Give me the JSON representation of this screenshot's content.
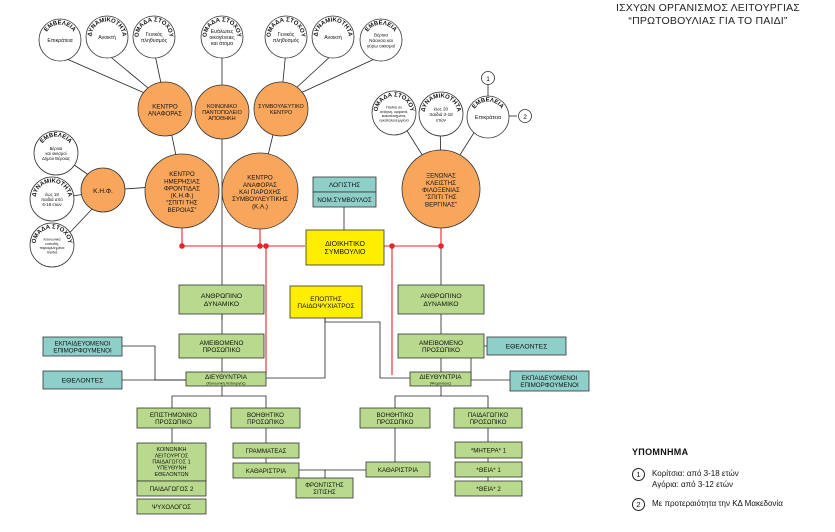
{
  "title": {
    "line1": "ΙΣΧΥΩΝ ΟΡΓΑΝΙΣΜΟΣ ΛΕΙΤΟΥΡΓΙΑΣ",
    "line2": "“ΠΡΩΤΟΒΟΥΛΙΑΣ ΓΙΑ ΤΟ ΠΑΙΔΙ”"
  },
  "colors": {
    "orange": "#f8a65c",
    "green": "#b9d98c",
    "teal": "#8ecfc9",
    "yellow": "#ffee00",
    "red": "#e8232a",
    "line": "#222222"
  },
  "header_labels": {
    "embeleia": "ΕΜΒΕΛΕΙΑ",
    "dynamikotita": "ΔΥΝΑΜΙΚΟΤΗΤΑ",
    "omada_stoxou": "ΟΜΑΔΑ ΣΤΟΧΟΥ"
  },
  "top_circles": {
    "c1": "Επικράτεια",
    "c2": "Ανοικτή",
    "c3": [
      "Γενικός",
      "πληθυσμός"
    ],
    "c4": [
      "Ευάλωτες",
      "οικογένειες",
      "και άτομα"
    ],
    "c5": [
      "Γενικός",
      "πληθυσμός"
    ],
    "c6": "Ανοικτή",
    "c7": [
      "Βέροια",
      "Νάουσα και",
      "γύρω οικισμοί"
    ]
  },
  "mid_orange": {
    "kentro_anaforas": [
      "ΚΕΝΤΡΟ",
      "ΑΝΑΦΟΡΑΣ"
    ],
    "koinoniko": [
      "ΚΟΙΝΩΝΙΚΟ",
      "ΠΑΝΤΟΠΩΛΕΙΟ",
      "ΑΠΟΘΗΚΗ"
    ],
    "symvouleftiko": [
      "ΣΥΜΒΟΥΛΕΥΤΙΚΟ",
      "ΚΕΝΤΡΟ"
    ]
  },
  "right_circles": {
    "r1": [
      "Παιδιά σε",
      "ανάγκη, ορφανά,",
      "κακοποιημένα,",
      "εγκαταλελειμμένα"
    ],
    "r2": [
      "έως 20",
      "παιδιά 3-18",
      "ετών"
    ],
    "r3": "Επικράτεια"
  },
  "left_circles": {
    "l1": [
      "Βέροια",
      "και οικισμοί",
      "Δήμου Βέροιας"
    ],
    "l2": [
      "έως 18",
      "παιδιά από",
      "6-18 ετών"
    ],
    "l3": [
      "Κοινωνικά",
      "ευπαθή,",
      "παραμελημένα",
      "παιδιά"
    ]
  },
  "big_nodes": {
    "khf": "Κ.Η.Φ.",
    "khf_full": [
      "ΚΕΝΤΡΟ",
      "ΗΜΕΡΗΣΙΑΣ",
      "ΦΡΟΝΤΙΔΑΣ",
      "(Κ.Η.Φ.)",
      "“ΣΠΙΤΙ ΤΗΣ",
      "ΒΕΡΟΙΑΣ”"
    ],
    "ka": [
      "ΚΕΝΤΡΟ",
      "ΑΝΑΦΟΡΑΣ",
      "ΚΑΙ ΠΑΡΟΧΗΣ",
      "ΣΥΜΒΟΥΛΕΥΤΙΚΗΣ",
      "(Κ.Α.)"
    ],
    "xenonas": [
      "ΞΕΝΩΝΑΣ",
      "ΚΛΕΙΣΤΗΣ",
      "ΦΙΛΟΞΕΝΙΑΣ",
      "“ΣΠΙΤΙ ΤΗΣ",
      "ΒΕΡΓΙΝΑΣ”"
    ]
  },
  "markers": {
    "m1": "1",
    "m2": "2"
  },
  "center": {
    "logistis": "ΛΟΓΙΣΤΗΣ",
    "nomikos": "ΝΟΜ.ΣΥΜΒΟΥΛΟΣ",
    "dioikitiko": [
      "ΔΙΟΙΚΗΤΙΚΟ",
      "ΣΥΜΒΟΥΛΙΟ"
    ],
    "epoptis": [
      "ΕΠΟΠΤΗΣ",
      "ΠΑΙΔΟΨΥΧΙΑΤΡΟΣ"
    ]
  },
  "left_branch": {
    "anthropino": [
      "ΑΝΘΡΩΠΙΝΟ",
      "ΔΥΝΑΜΙΚΟ"
    ],
    "ameivomeno": [
      "ΑΜΕΙΒΟΜΕΝΟ",
      "ΠΡΟΣΩΠΙΚΟ"
    ],
    "ekpaideuomenoi": [
      "ΕΚΠΑΙΔΕΥΟΜΕΝΟΙ",
      "ΕΠΙΜΟΡΦΟΥΜΕΝΟΙ"
    ],
    "ethelontes": "ΕΘΕΛΟΝΤΕΣ",
    "dieuthyntria": "ΔΙΕΥΘΥΝΤΡΙΑ",
    "dieuthyntria_sub": "(Κοινωνική Λειτουργός)",
    "epistimoniko": [
      "ΕΠΙΣΤΗΜΟΝΙΚΟ",
      "ΠΡΟΣΩΠΙΚΟ"
    ],
    "voithitiko": [
      "ΒΟΗΘΗΤΙΚΟ",
      "ΠΡΟΣΩΠΙΚΟ"
    ],
    "koinoniki": [
      "ΚΟΙΝΩΝΙΚΗ",
      "ΛΕΙΤΟΥΡΓΟΣ",
      "ΠΑΙΔΑΓΩΓΟΣ 1",
      "ΥΠΕΥΘΥΝΗ",
      "ΕΘΕΛΟΝΤΩΝ"
    ],
    "paidagogos2": "ΠΑΙΔΑΓΩΓΟΣ 2",
    "psychologos": "ΨΥΧΟΛΟΓΟΣ",
    "grammateas": "ΓΡΑΜΜΑΤΕΑΣ",
    "katharistria": "ΚΑΘΑΡΙΣΤΡΙΑ"
  },
  "bottom_center": {
    "frontistis": [
      "ΦΡΟΝΤΙΣΤΗΣ",
      "ΣΙΤΙΣΗΣ"
    ]
  },
  "right_branch": {
    "anthropino": [
      "ΑΝΘΡΩΠΙΝΟ",
      "ΔΥΝΑΜΙΚΟ"
    ],
    "ameivomeno": [
      "ΑΜΕΙΒΟΜΕΝΟ",
      "ΠΡΟΣΩΠΙΚΟ"
    ],
    "ethelontes": "ΕΘΕΛΟΝΤΕΣ",
    "ekpaideuomenoi": [
      "ΕΚΠΑΙΔΕΥΟΜΕΝΟΙ",
      "ΕΠΙΜΟΡΦΟΥΜΕΝΟΙ"
    ],
    "dieuthyntria": "ΔΙΕΥΘΥΝΤΡΙΑ",
    "dieuthyntria_sub": "(Ψυχολόγος)",
    "voithitiko": [
      "ΒΟΗΘΗΤΙΚΟ",
      "ΠΡΟΣΩΠΙΚΟ"
    ],
    "paidagogiko": [
      "ΠΑΙΔΑΓΩΓΙΚΟ",
      "ΠΡΟΣΩΠΙΚΟ"
    ],
    "katharistria": "ΚΑΘΑΡΙΣΤΡΙΑ",
    "mitera1": "*ΜΗΤΕΡΑ* 1",
    "theia1": "*ΘΕΙΑ* 1",
    "theia2": "*ΘΕΙΑ* 2"
  },
  "legend": {
    "heading": "ΥΠΟΜΝΗΜΑ",
    "n1": "1",
    "item1_line1": "Κορίτσια: από 3-18 ετών",
    "item1_line2": "Αγόρια: από 3-12 ετών",
    "n2": "2",
    "item2": "Με προτεραιότητα την ΚΔ Μακεδονία"
  }
}
